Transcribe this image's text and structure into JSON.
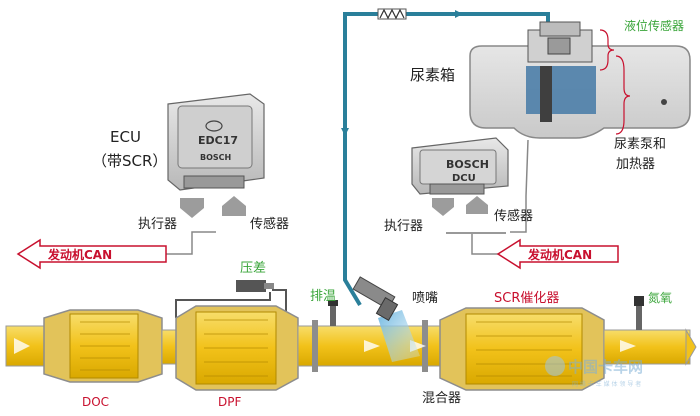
{
  "labels": {
    "ecu_main": "ECU",
    "ecu_sub": "（带SCR）",
    "ecu_model": "EDC17",
    "ecu_brand": "BOSCH",
    "dcu_brand": "BOSCH",
    "dcu_model": "DCU",
    "actuator_left": "执行器",
    "sensor_left": "传感器",
    "actuator_right": "执行器",
    "sensor_right": "传感器",
    "engine_can_left": "发动机CAN",
    "engine_can_right": "发动机CAN",
    "urea_tank": "尿素箱",
    "level_sensor": "液位传感器",
    "pump_heater_line1": "尿素泵和",
    "pump_heater_line2": "加热器",
    "pressure_diff": "压差",
    "exhaust_temp": "排温",
    "nozzle": "喷嘴",
    "scr_catalyst": "SCR催化器",
    "nitrogen_oxygen": "氮氧",
    "doc": "DOC",
    "dpf": "DPF",
    "mixer": "混合器",
    "watermark_main": "中国卡车网",
    "watermark_sub": "网 络 卡 车 媒 体 领 导 者"
  },
  "colors": {
    "red_label": "#c8102e",
    "green_label": "#3aa53a",
    "pipe_yellow": "#f2c21a",
    "pipe_edge": "#9a9a9a",
    "urea_line": "#2a7f9a",
    "tank_gray": "#d9d9d9",
    "urea_blue": "#4d7ea8"
  }
}
